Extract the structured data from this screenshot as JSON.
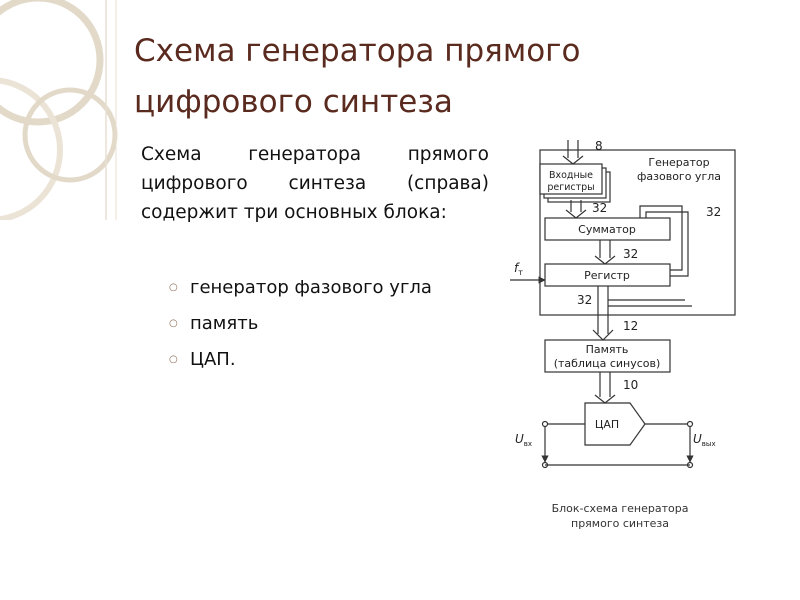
{
  "slide": {
    "title_lines": [
      "Схема генератора прямого",
      "цифрового синтеза"
    ],
    "body_text": "Схема генератора прямого цифрового синтеза (справа) содержит три основных блока:",
    "bullets": [
      "генератор фазового угла",
      "память",
      "ЦАП."
    ]
  },
  "diagram": {
    "labels": {
      "input_registers_line1": "Входные",
      "input_registers_line2": "регистры",
      "phase_generator_line1": "Генератор",
      "phase_generator_line2": "фазового угла",
      "adder": "Сумматор",
      "register": "Регистр",
      "memory_line1": "Память",
      "memory_line2": "(таблица синусов)",
      "dac": "ЦАП",
      "clock": "f",
      "clock_sub": "т",
      "u_in": "U",
      "u_in_sub": "вх",
      "u_out": "U",
      "u_out_sub": "вых"
    },
    "bus_widths": {
      "input": "8",
      "to_adder": "32",
      "feedback": "32",
      "to_register": "32",
      "register_out": "32",
      "to_memory": "12",
      "to_dac": "10"
    },
    "caption_line1": "Блок-схема генератора",
    "caption_line2": "прямого синтеза"
  },
  "colors": {
    "title": "#5a2a1e",
    "text": "#111111",
    "bullet": "#8a6a55",
    "decoration": "#e3d9c9",
    "diagram_line": "#333333"
  }
}
